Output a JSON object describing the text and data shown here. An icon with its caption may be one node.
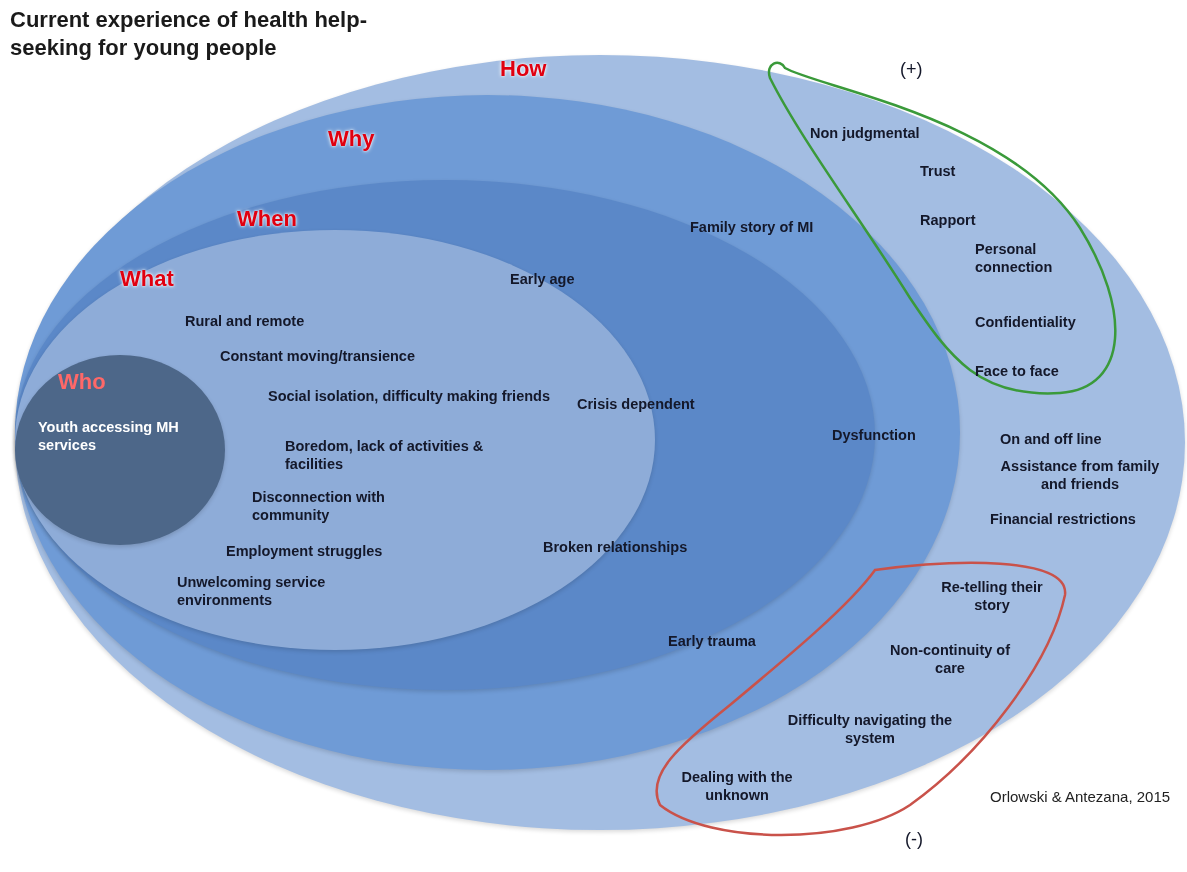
{
  "diagram": {
    "title": "Current experience of health help-seeking for young people",
    "nodes": [
      {
        "text": [
          "How",
          "On and off line",
          "Assistance from family and friends",
          "Financial restrictions"
        ]
      },
      {
        "text": [
          "Why"
        ],
        "in": 0
      },
      {
        "text": [
          "When"
        ],
        "in": 1
      },
      {
        "text": [
          "What",
          "Rural and remote",
          "Constant moving/transience",
          "Social isolation, difficulty making friends",
          "Boredom, lack of activities & facilities",
          "Disconnection with community",
          "Employment struggles",
          "Unwelcoming service environments"
        ],
        "in": 2
      },
      {
        "text": [
          "Who",
          "Youth accessing MH services"
        ],
        "in": 3
      },
      {
        "text": [
          "(+)",
          "Non judgmental",
          "Trust",
          "Rapport",
          "Personal connection",
          "Confidentiality",
          "Face to face"
        ],
        "in": 0
      },
      {
        "text": [
          "Re-telling their story",
          "Non-continuity of care",
          "Difficulty navigating the system",
          "Dealing with the unknown",
          "(-)"
        ],
        "in": 0
      }
    ],
    "edges": [],
    "labels": [
      "Family story of MI",
      "Early age",
      "Crisis dependent",
      "Dysfunction",
      "Broken relationships",
      "Early trauma",
      "Orlowski & Antezana, 2015"
    ]
  }
}
